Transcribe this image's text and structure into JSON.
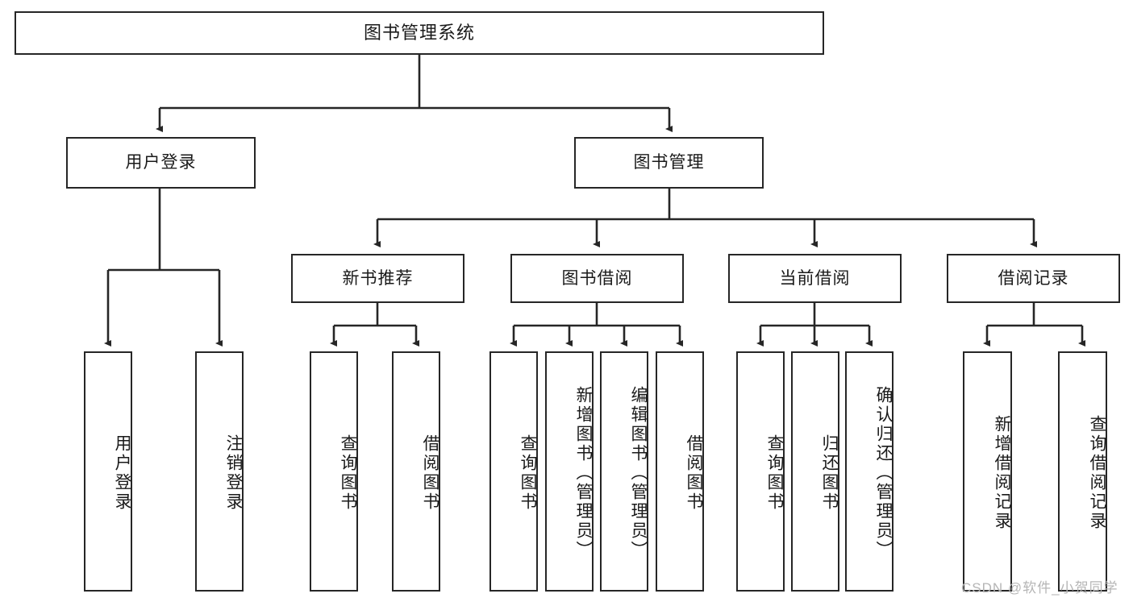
{
  "diagram": {
    "title": "图书管理系统",
    "type": "tree-hierarchy",
    "watermark": "CSDN @软件_小贺同学",
    "colors": {
      "stroke": "#262626",
      "fill": "#ffffff",
      "text": "#1a1a1a",
      "watermark": "#b5b5b5"
    },
    "nodes": {
      "root": {
        "label": "图书管理系统"
      },
      "level1": [
        {
          "id": "user-login",
          "label": "用户登录"
        },
        {
          "id": "book-management",
          "label": "图书管理"
        }
      ],
      "level2": [
        {
          "id": "new-book-recommend",
          "label": "新书推荐"
        },
        {
          "id": "book-borrow",
          "label": "图书借阅"
        },
        {
          "id": "current-borrow",
          "label": "当前借阅"
        },
        {
          "id": "borrow-record",
          "label": "借阅记录"
        }
      ],
      "leaves_user_login": [
        {
          "id": "leaf-user-login",
          "label": "用户登录"
        },
        {
          "id": "leaf-user-logout",
          "label": "注销登录"
        }
      ],
      "leaves_new_book_recommend": [
        {
          "id": "leaf-query-book-1",
          "label": "查询图书"
        },
        {
          "id": "leaf-borrow-book-1",
          "label": "借阅图书"
        }
      ],
      "leaves_book_borrow": [
        {
          "id": "leaf-query-book-2",
          "label": "查询图书"
        },
        {
          "id": "leaf-add-book",
          "label": "新增图书（管理员）"
        },
        {
          "id": "leaf-edit-book",
          "label": "编辑图书（管理员）"
        },
        {
          "id": "leaf-borrow-book-2",
          "label": "借阅图书"
        }
      ],
      "leaves_current_borrow": [
        {
          "id": "leaf-query-book-3",
          "label": "查询图书"
        },
        {
          "id": "leaf-return-book",
          "label": "归还图书"
        },
        {
          "id": "leaf-confirm-return",
          "label": "确认归还（管理员）"
        }
      ],
      "leaves_borrow_record": [
        {
          "id": "leaf-add-record",
          "label": "新增借阅记录"
        },
        {
          "id": "leaf-query-record",
          "label": "查询借阅记录"
        }
      ]
    }
  }
}
